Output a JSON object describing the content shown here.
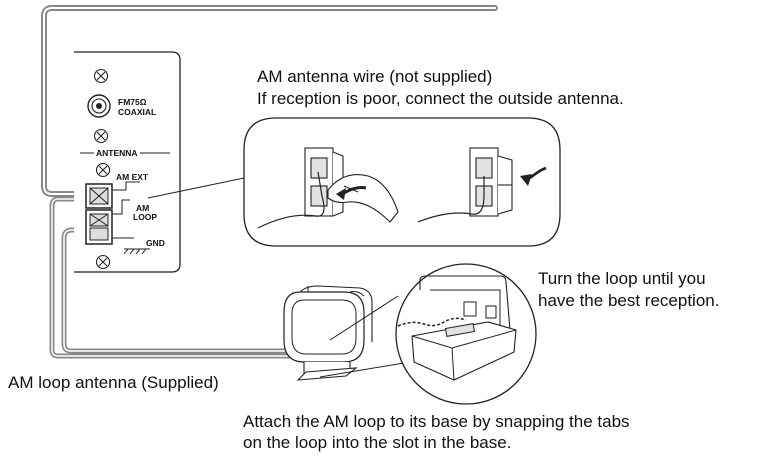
{
  "panel": {
    "fm_label_line1": "FM75Ω",
    "fm_label_line2": "COAXIAL",
    "antenna_label": "ANTENNA",
    "am_ext_label": "AM EXT",
    "am_loop_label_line1": "AM",
    "am_loop_label_line2": "LOOP",
    "gnd_label": "GND"
  },
  "captions": {
    "am_wire_line1": "AM antenna wire (not supplied)",
    "am_wire_line2": "If reception is poor, connect the outside antenna.",
    "turn_loop_line1": "Turn the loop until you",
    "turn_loop_line2": "have the best reception.",
    "loop_antenna": "AM loop antenna (Supplied)",
    "attach_line1": "Attach the AM loop to its base by snapping the tabs",
    "attach_line2": "on the loop into the slot in the base."
  }
}
